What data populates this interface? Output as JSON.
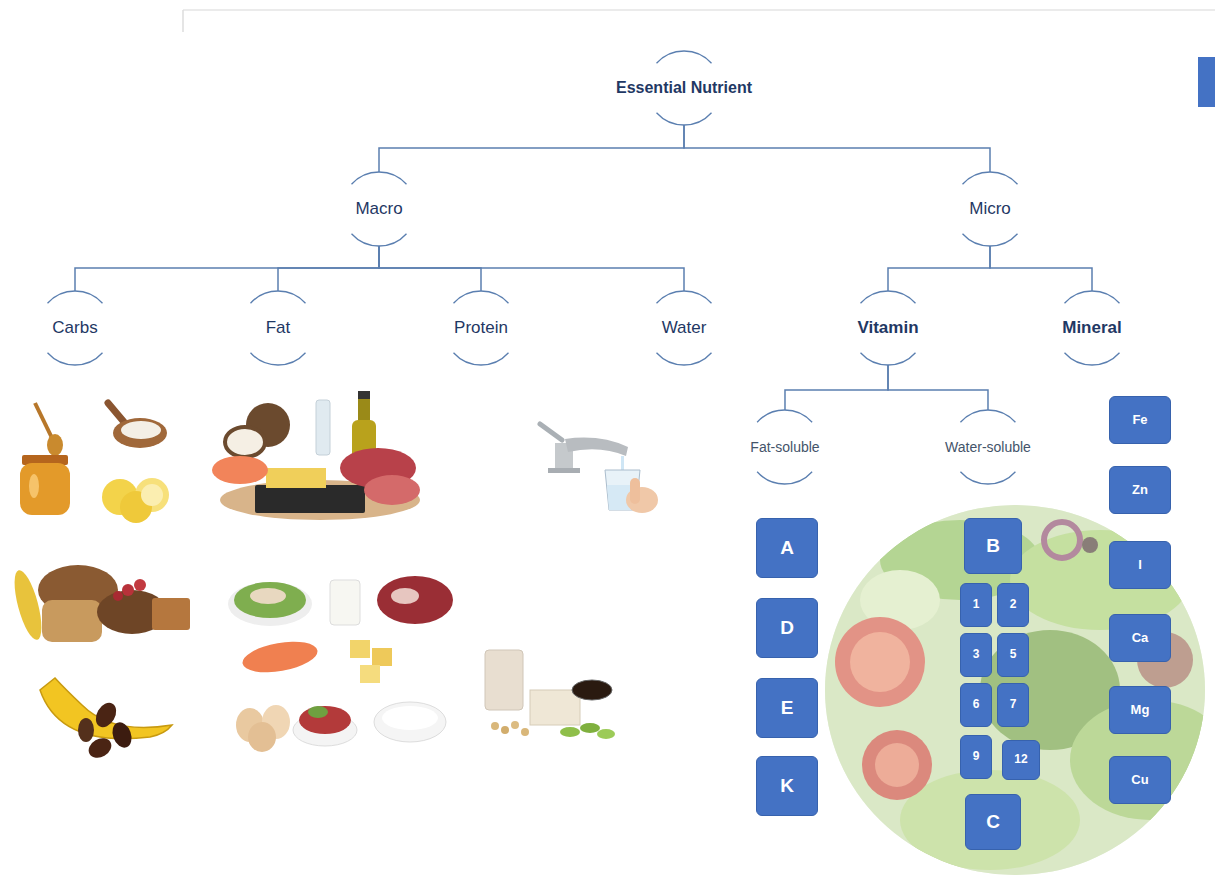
{
  "diagram": {
    "nodes": [
      {
        "text": [
          "Essential Nutrient"
        ]
      },
      {
        "text": [
          "Macro"
        ]
      },
      {
        "text": [
          "Micro"
        ]
      },
      {
        "text": [
          "Carbs"
        ]
      },
      {
        "text": [
          "Fat"
        ]
      },
      {
        "text": [
          "Protein"
        ]
      },
      {
        "text": [
          "Water"
        ]
      },
      {
        "text": [
          "Vitamin"
        ]
      },
      {
        "text": [
          "Mineral"
        ]
      },
      {
        "text": [
          "Fat-soluble"
        ]
      },
      {
        "text": [
          "Water-soluble"
        ]
      },
      {
        "text": [
          "A"
        ]
      },
      {
        "text": [
          "D"
        ]
      },
      {
        "text": [
          "E"
        ]
      },
      {
        "text": [
          "K"
        ]
      },
      {
        "text": [
          "B"
        ]
      },
      {
        "text": [
          "1"
        ]
      },
      {
        "text": [
          "2"
        ]
      },
      {
        "text": [
          "3"
        ]
      },
      {
        "text": [
          "5"
        ]
      },
      {
        "text": [
          "6"
        ]
      },
      {
        "text": [
          "7"
        ]
      },
      {
        "text": [
          "9"
        ]
      },
      {
        "text": [
          "12"
        ]
      },
      {
        "text": [
          "C"
        ]
      },
      {
        "text": [
          "Fe"
        ]
      },
      {
        "text": [
          "Zn"
        ]
      },
      {
        "text": [
          "I"
        ]
      },
      {
        "text": [
          "Ca"
        ]
      },
      {
        "text": [
          "Mg"
        ]
      },
      {
        "text": [
          "Cu"
        ]
      }
    ],
    "edges": [
      {
        "from": 0,
        "to": 1,
        "arrow": "none"
      },
      {
        "from": 0,
        "to": 2,
        "arrow": "none"
      },
      {
        "from": 1,
        "to": 3,
        "arrow": "none"
      },
      {
        "from": 1,
        "to": 4,
        "arrow": "none"
      },
      {
        "from": 1,
        "to": 5,
        "arrow": "none"
      },
      {
        "from": 1,
        "to": 6,
        "arrow": "none"
      },
      {
        "from": 2,
        "to": 7,
        "arrow": "none"
      },
      {
        "from": 2,
        "to": 8,
        "arrow": "none"
      },
      {
        "from": 7,
        "to": 9,
        "arrow": "none"
      },
      {
        "from": 7,
        "to": 10,
        "arrow": "none"
      }
    ]
  }
}
